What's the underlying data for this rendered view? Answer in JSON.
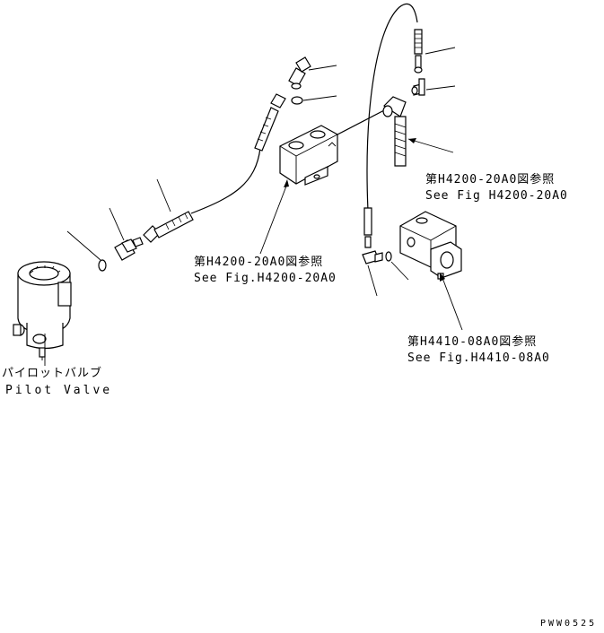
{
  "labels": {
    "pilot_valve_jp": "パイロットバルブ",
    "pilot_valve_en": "Pilot Valve",
    "ref_center_jp": "第H4200-20A0図参照",
    "ref_center_en": "See Fig.H4200-20A0",
    "ref_right_jp": "第H4200-20A0図参照",
    "ref_right_en": "See Fig H4200-20A0",
    "ref_lower_jp": "第H4410-08A0図参照",
    "ref_lower_en": "See Fig.H4410-08A0"
  },
  "drawing_code": "PWW0525"
}
